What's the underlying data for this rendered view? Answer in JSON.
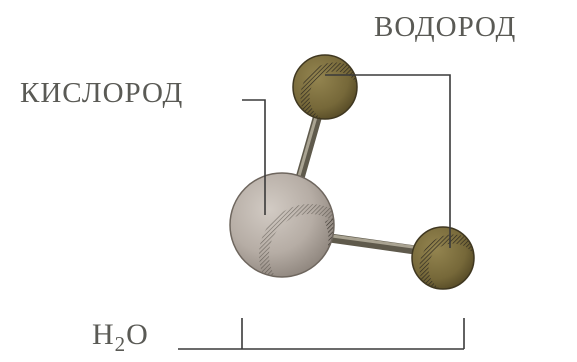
{
  "labels": {
    "hydrogen": "ВОДОРОД",
    "oxygen": "КИСЛОРОД",
    "formula_h": "H",
    "formula_sub": "2",
    "formula_o": "O"
  },
  "colors": {
    "oxygen_atom": "#b9b0a8",
    "hydrogen_atom": "#7b6d3e",
    "bond": "#6f6a5a",
    "leader_line": "#3a3a3a",
    "label_text": "#5a5a55"
  }
}
